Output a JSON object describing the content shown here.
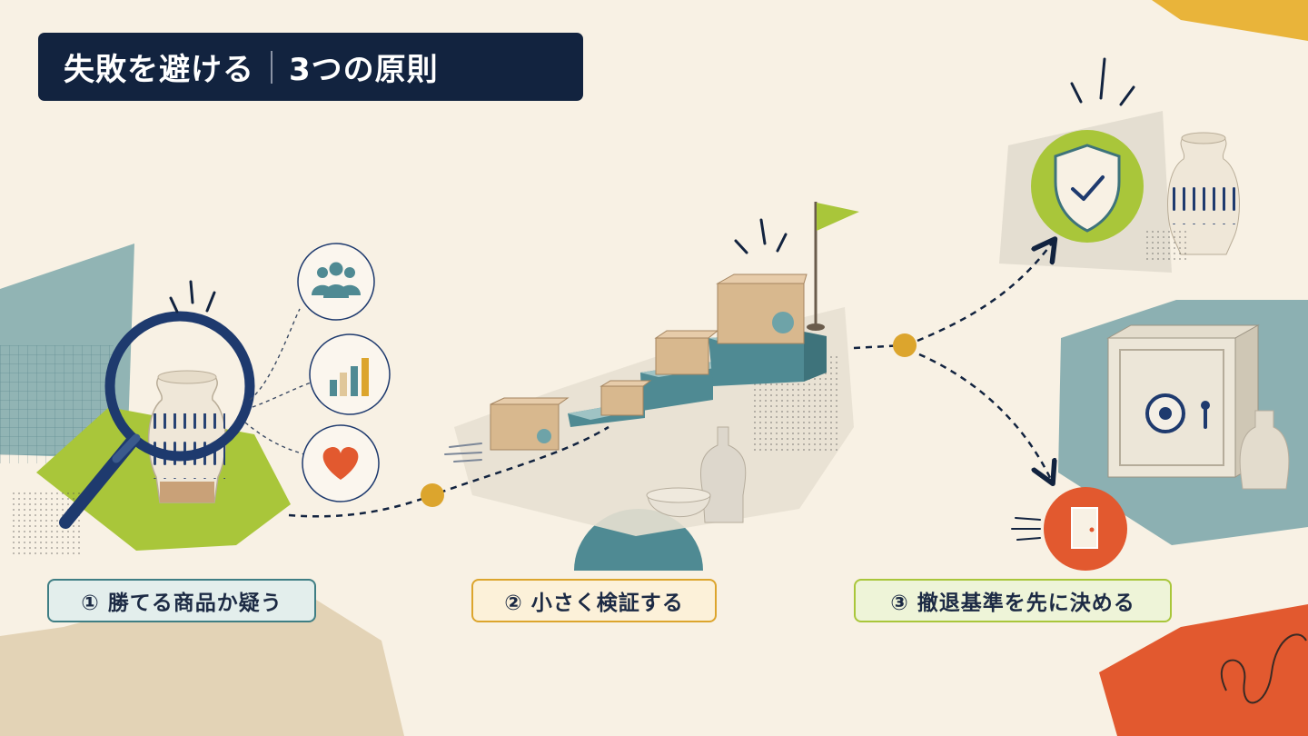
{
  "header": {
    "title_main": "失敗を避ける",
    "title_sub": "3つの原則"
  },
  "steps": [
    {
      "label": "① 勝てる商品か疑う"
    },
    {
      "label": "② 小さく検証する"
    },
    {
      "label": "③ 撤退基準を先に決める"
    }
  ],
  "colors": {
    "navy": "#12233f",
    "teal": "#4f8a93",
    "mustard": "#dca52d",
    "lime": "#a9c63a",
    "orange": "#e2592f",
    "cream": "#f8f1e4"
  }
}
